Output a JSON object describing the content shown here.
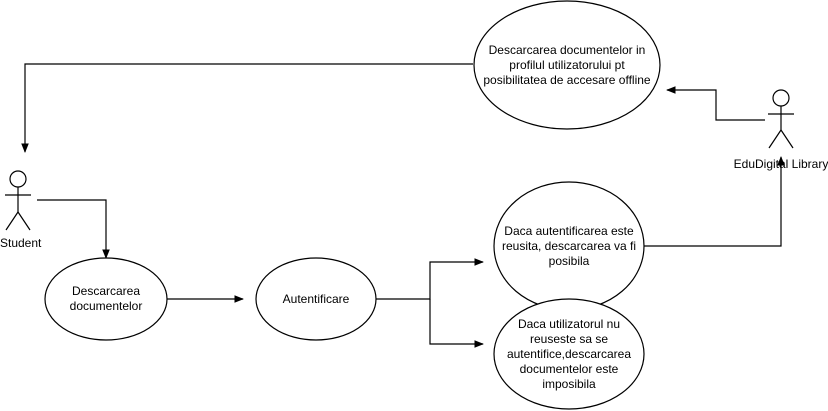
{
  "actors": {
    "student": {
      "label": "Student",
      "icon": "stick-figure-icon"
    },
    "library": {
      "label": "EduDigital Library",
      "icon": "stick-figure-icon"
    }
  },
  "use_cases": {
    "offline_download": "Descarcarea documentelor in\nprofilul utilizatorului pt\nposibilitatea de accesare offline",
    "download": "Descarcarea\ndocumentelor",
    "auth": "Autentificare",
    "auth_success": "Daca autentificarea este\nreusita, descarcarea va fi\nposibila",
    "auth_fail": "Daca utilizatorul nu\nreuseste sa se\nautentifice,descarcarea\ndocumentelor este\nimposibila"
  },
  "colors": {
    "stroke": "#000000",
    "fill": "#ffffff",
    "text": "#000000"
  }
}
